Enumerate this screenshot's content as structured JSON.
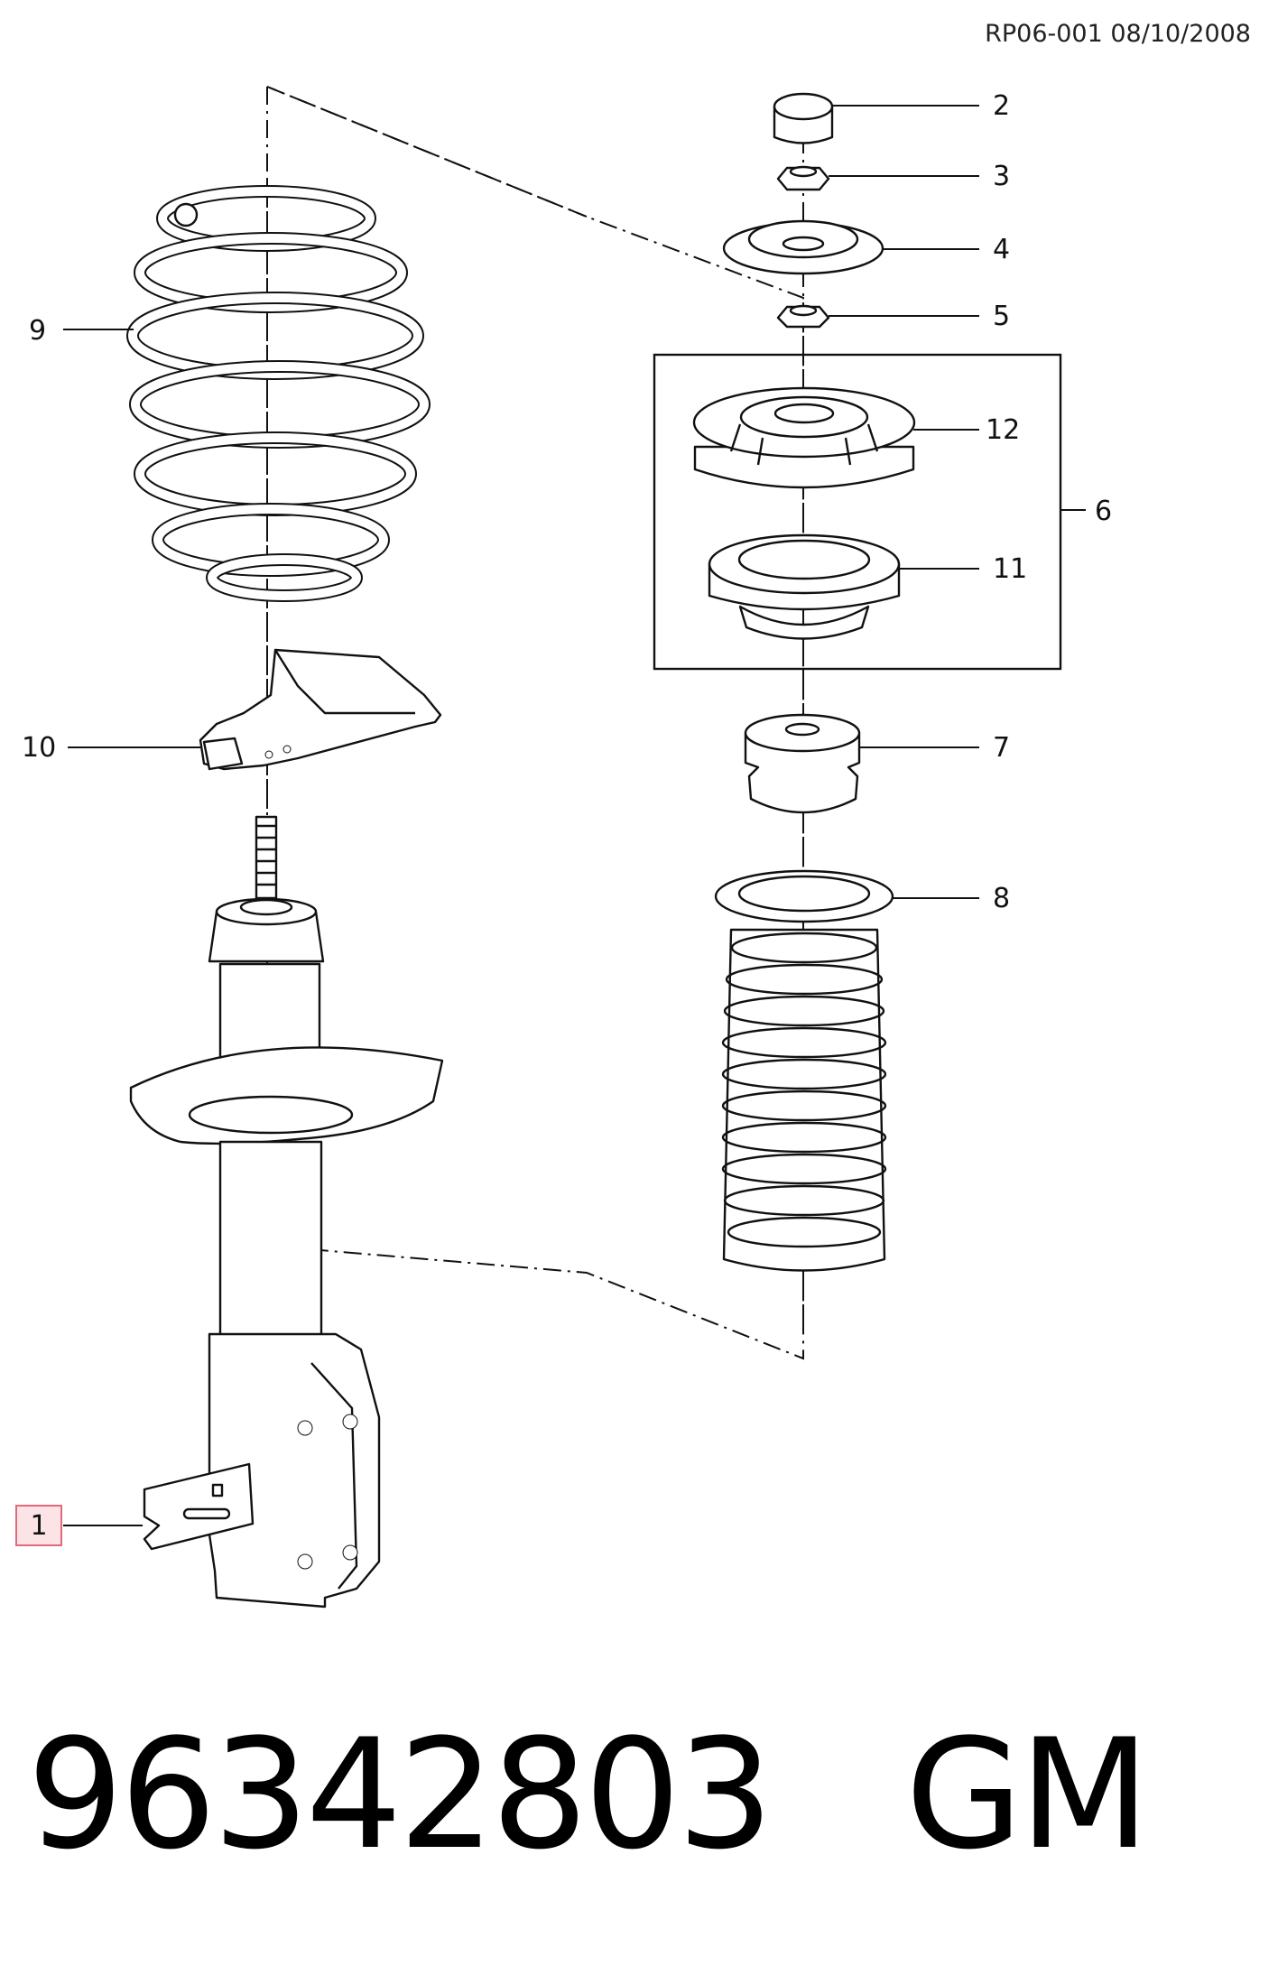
{
  "header": {
    "reference": "RP06-001 08/10/2008"
  },
  "callouts": [
    "1",
    "2",
    "3",
    "4",
    "5",
    "6",
    "7",
    "8",
    "9",
    "10",
    "11",
    "12"
  ],
  "footer": {
    "part_number": "96342803",
    "brand": "GM"
  },
  "colors": {
    "highlight_box": "#e06a7a",
    "highlight_fill": "#fbe3e6",
    "line": "#111111"
  }
}
